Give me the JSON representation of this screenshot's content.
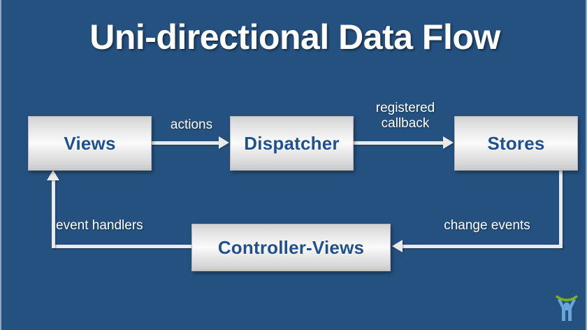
{
  "slide": {
    "title": "Uni-directional Data Flow",
    "background_color": "#255180",
    "box_text_color": "#1f5190",
    "label_color": "#ffffff",
    "connector_color": "#e8eaec"
  },
  "nodes": [
    {
      "id": "views",
      "label": "Views"
    },
    {
      "id": "dispatcher",
      "label": "Dispatcher"
    },
    {
      "id": "stores",
      "label": "Stores"
    },
    {
      "id": "controller-views",
      "label": "Controller-Views"
    }
  ],
  "edges": [
    {
      "id": "views-to-dispatcher",
      "label": "actions",
      "from": "Views",
      "to": "Dispatcher"
    },
    {
      "id": "dispatcher-to-stores",
      "label": "registered\ncallback",
      "from": "Dispatcher",
      "to": "Stores"
    },
    {
      "id": "stores-to-controller",
      "label": "change events",
      "from": "Stores",
      "to": "Controller-Views"
    },
    {
      "id": "controller-to-views",
      "label": "event handlers",
      "from": "Controller-Views",
      "to": "Views"
    }
  ],
  "logo": {
    "name": "person-with-raised-arms-logo",
    "arc_color": "#7ab800",
    "figure_color": "#6aa5d8"
  }
}
